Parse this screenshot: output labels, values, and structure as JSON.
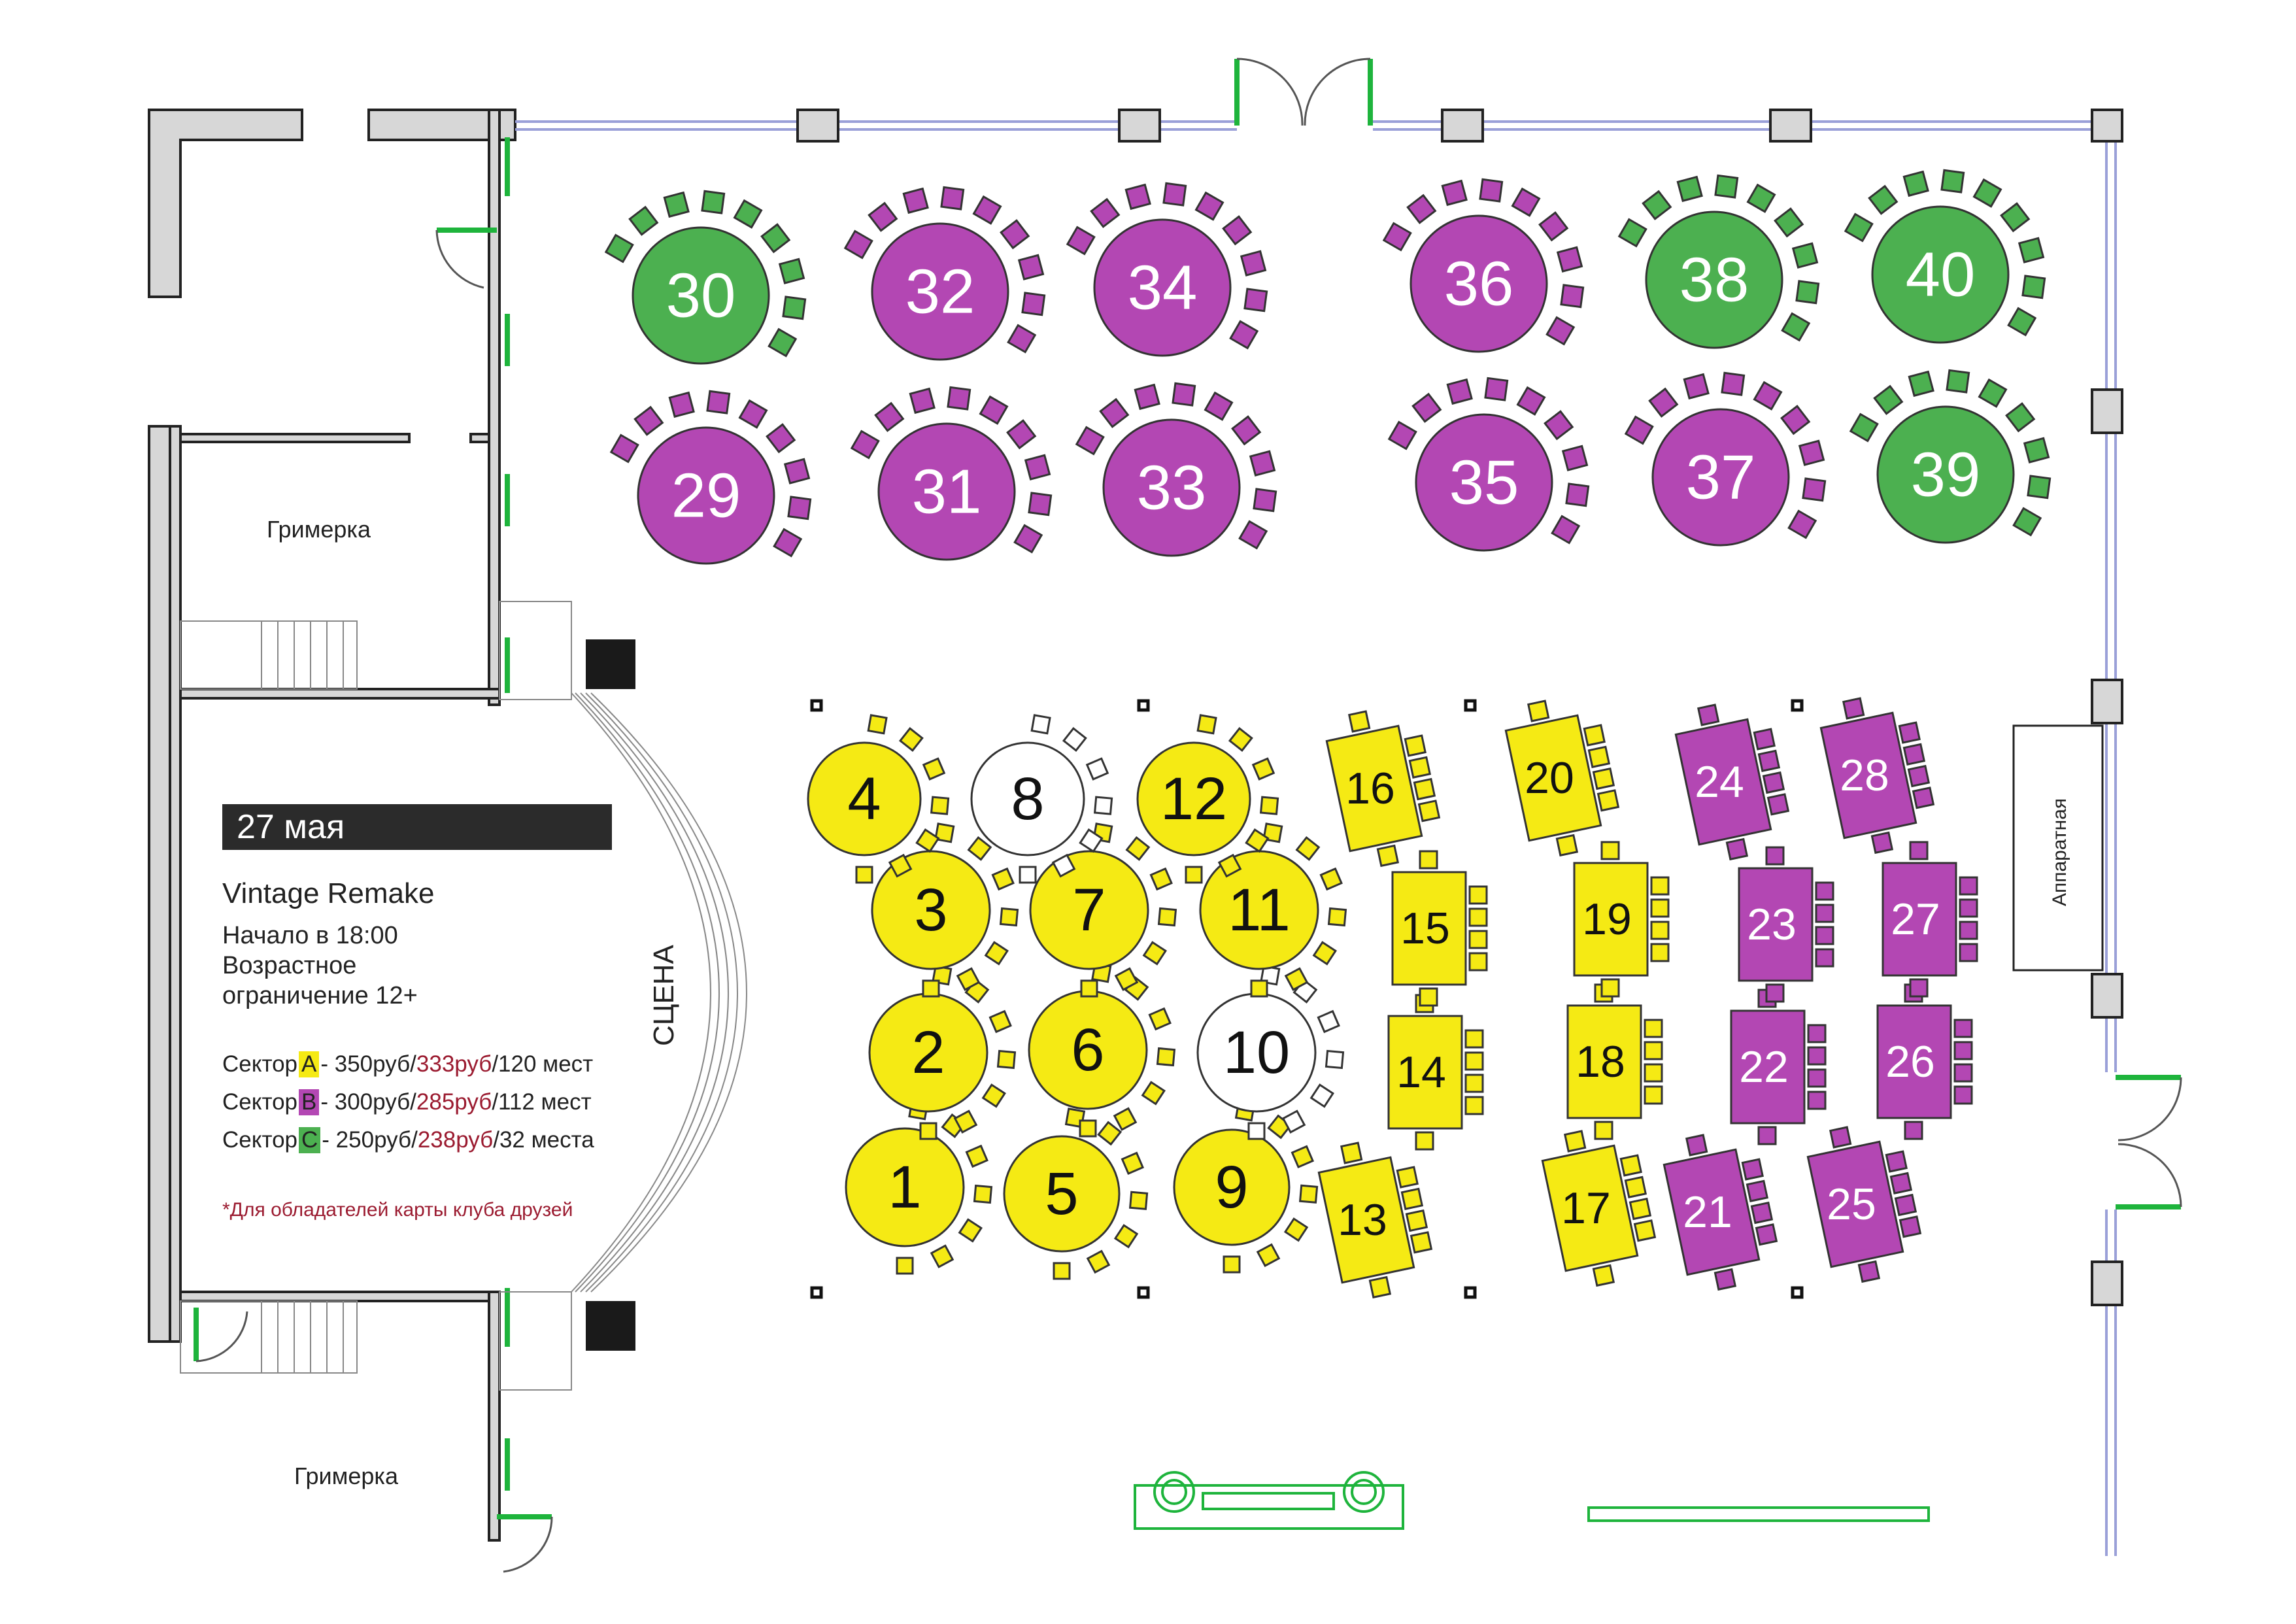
{
  "colors": {
    "sector_a": "#f5ea14",
    "sector_b": "#b347b3",
    "sector_c": "#4cb050",
    "unassigned": "#ffffff",
    "door": "#1eb43c",
    "wall_fill": "#d7d7d7",
    "window_line": "#9aa0d8",
    "date_bar": "#2b2b2b",
    "discount_text": "#9b1b30"
  },
  "rooms": {
    "dressing_top": "Гримерка",
    "dressing_bottom": "Гримерка",
    "stage": "СЦЕНА",
    "control_room": "Аппаратная"
  },
  "info": {
    "date": "27 мая",
    "event_name": "Vintage Remake",
    "start_time": "Начало в 18:00",
    "age_line1": "Возрастное",
    "age_line2": "ограничение 12+",
    "footnote": "*Для обладателей карты клуба друзей",
    "sectors": [
      {
        "word": "Сектор",
        "code": "A",
        "base_price": "- 350руб/",
        "discount_price": "333руб",
        "seats": "/120 мест",
        "color": "#f5ea14"
      },
      {
        "word": "Сектор",
        "code": "B",
        "base_price": "- 300руб/",
        "discount_price": "285руб",
        "seats": "/112 мест",
        "color": "#b347b3"
      },
      {
        "word": "Сектор",
        "code": "C",
        "base_price": "- 250руб/",
        "discount_price": "238руб",
        "seats": "/32 места",
        "color": "#4cb050"
      }
    ]
  },
  "tables": [
    {
      "label": "1",
      "shape": "round",
      "sector": "A"
    },
    {
      "label": "2",
      "shape": "round",
      "sector": "A"
    },
    {
      "label": "3",
      "shape": "round",
      "sector": "A"
    },
    {
      "label": "4",
      "shape": "round",
      "sector": "A"
    },
    {
      "label": "5",
      "shape": "round",
      "sector": "A"
    },
    {
      "label": "6",
      "shape": "round",
      "sector": "A"
    },
    {
      "label": "7",
      "shape": "round",
      "sector": "A"
    },
    {
      "label": "8",
      "shape": "round",
      "sector": "none"
    },
    {
      "label": "9",
      "shape": "round",
      "sector": "A"
    },
    {
      "label": "10",
      "shape": "round",
      "sector": "none"
    },
    {
      "label": "11",
      "shape": "round",
      "sector": "A"
    },
    {
      "label": "12",
      "shape": "round",
      "sector": "A"
    },
    {
      "label": "13",
      "shape": "rect",
      "sector": "A"
    },
    {
      "label": "14",
      "shape": "rect",
      "sector": "A"
    },
    {
      "label": "15",
      "shape": "rect",
      "sector": "A"
    },
    {
      "label": "16",
      "shape": "rect",
      "sector": "A"
    },
    {
      "label": "17",
      "shape": "rect",
      "sector": "A"
    },
    {
      "label": "18",
      "shape": "rect",
      "sector": "A"
    },
    {
      "label": "19",
      "shape": "rect",
      "sector": "A"
    },
    {
      "label": "20",
      "shape": "rect",
      "sector": "A"
    },
    {
      "label": "21",
      "shape": "rect",
      "sector": "B"
    },
    {
      "label": "22",
      "shape": "rect",
      "sector": "B"
    },
    {
      "label": "23",
      "shape": "rect",
      "sector": "B"
    },
    {
      "label": "24",
      "shape": "rect",
      "sector": "B"
    },
    {
      "label": "25",
      "shape": "rect",
      "sector": "B"
    },
    {
      "label": "26",
      "shape": "rect",
      "sector": "B"
    },
    {
      "label": "27",
      "shape": "rect",
      "sector": "B"
    },
    {
      "label": "28",
      "shape": "rect",
      "sector": "B"
    },
    {
      "label": "29",
      "shape": "round",
      "sector": "B"
    },
    {
      "label": "30",
      "shape": "round",
      "sector": "C"
    },
    {
      "label": "31",
      "shape": "round",
      "sector": "B"
    },
    {
      "label": "32",
      "shape": "round",
      "sector": "B"
    },
    {
      "label": "33",
      "shape": "round",
      "sector": "B"
    },
    {
      "label": "34",
      "shape": "round",
      "sector": "B"
    },
    {
      "label": "35",
      "shape": "round",
      "sector": "B"
    },
    {
      "label": "36",
      "shape": "round",
      "sector": "B"
    },
    {
      "label": "37",
      "shape": "round",
      "sector": "B"
    },
    {
      "label": "38",
      "shape": "round",
      "sector": "C"
    },
    {
      "label": "39",
      "shape": "round",
      "sector": "C"
    },
    {
      "label": "40",
      "shape": "round",
      "sector": "C"
    }
  ]
}
